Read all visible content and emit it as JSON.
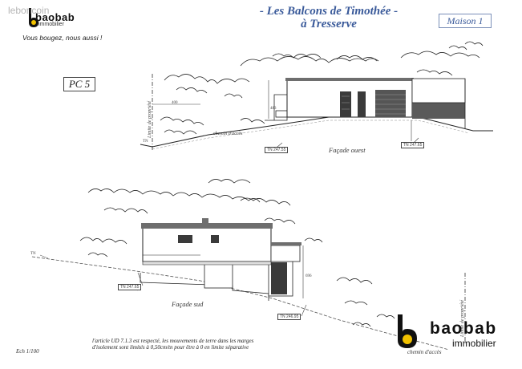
{
  "watermark": "leboncoin",
  "header": {
    "title_line1": "- Les Balcons de Timothée -",
    "title_line2": "à Tresserve",
    "house_label": "Maison 1"
  },
  "plan_ref": "PC 5",
  "brand": {
    "name": "baobab",
    "subtitle": "immobilier",
    "slogan": "Vous bougez, nous aussi !"
  },
  "facade_ouest": {
    "title": "Façade ouest",
    "limit_label": "Limite de propriété",
    "access_label": "chemin d'accès",
    "tn_label": "TN",
    "width_dim": "400",
    "height_dim": "483",
    "level_left": "TN 247.55",
    "level_right": "TN 247.65"
  },
  "facade_sud": {
    "title": "Façade sud",
    "limit_label": "Limite de propriété",
    "access_label": "chemin d'accès",
    "tn_label": "TN",
    "height_dim": "696",
    "level_left": "TN 247.65",
    "level_right": "TN 246.95"
  },
  "note": "l'article UD 7.1.3 est respecté, les mouvements de terre dans les marges d'isolement sont limités à 0,50cm/tn pour être à 0 en limite séparative",
  "scale": "Ech 1/100",
  "colors": {
    "title_blue": "#3a5a9a",
    "brand_yellow": "#f2c200",
    "roof_gray": "#6e6e6e",
    "wall_dark": "#3a3a3a"
  }
}
